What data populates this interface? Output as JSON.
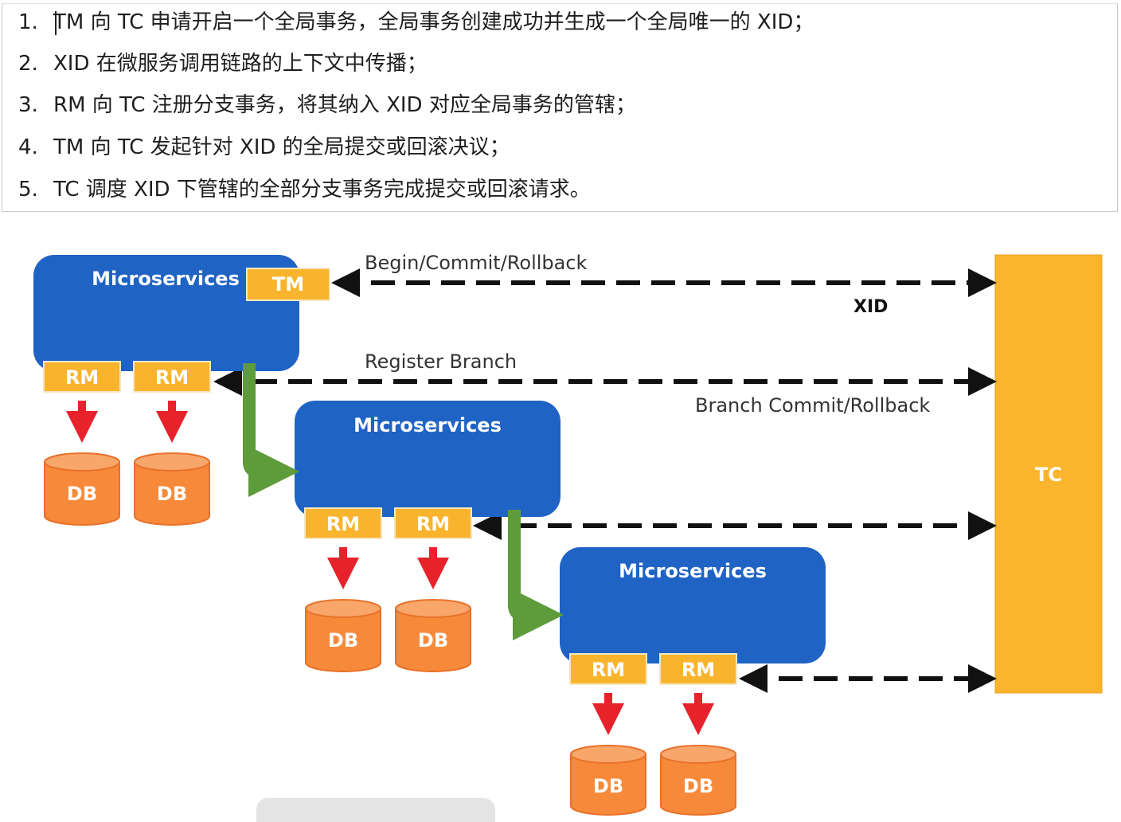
{
  "steps": [
    {
      "num": "1.",
      "text": "TM 向 TC 申请开启一个全局事务，全局事务创建成功并生成一个全局唯一的 XID；"
    },
    {
      "num": "2.",
      "text": "XID 在微服务调用链路的上下文中传播；"
    },
    {
      "num": "3.",
      "text": "RM 向 TC 注册分支事务，将其纳入 XID 对应全局事务的管辖；"
    },
    {
      "num": "4.",
      "text": "TM 向 TC 发起针对 XID 的全局提交或回滚决议；"
    },
    {
      "num": "5.",
      "text": "TC 调度 XID 下管辖的全部分支事务完成提交或回滚请求。"
    }
  ],
  "diagram": {
    "microservices_label": "Microservices",
    "tm_label": "TM",
    "rm_label": "RM",
    "db_label": "DB",
    "tc_label": "TC",
    "arrow_begin_label": "Begin/Commit/Rollback",
    "arrow_xid_label": "XID",
    "arrow_register_label": "Register Branch",
    "arrow_branch_label": "Branch Commit/Rollback"
  },
  "colors": {
    "service_blue": "#1f63c4",
    "box_yellow": "#f9b42e",
    "tc_yellow": "#fbb52c",
    "db_orange": "#f78a3a",
    "db_top": "#f9a66a",
    "call_green": "#5e9b3a",
    "write_red": "#e8222a",
    "dash_black": "#111111"
  }
}
